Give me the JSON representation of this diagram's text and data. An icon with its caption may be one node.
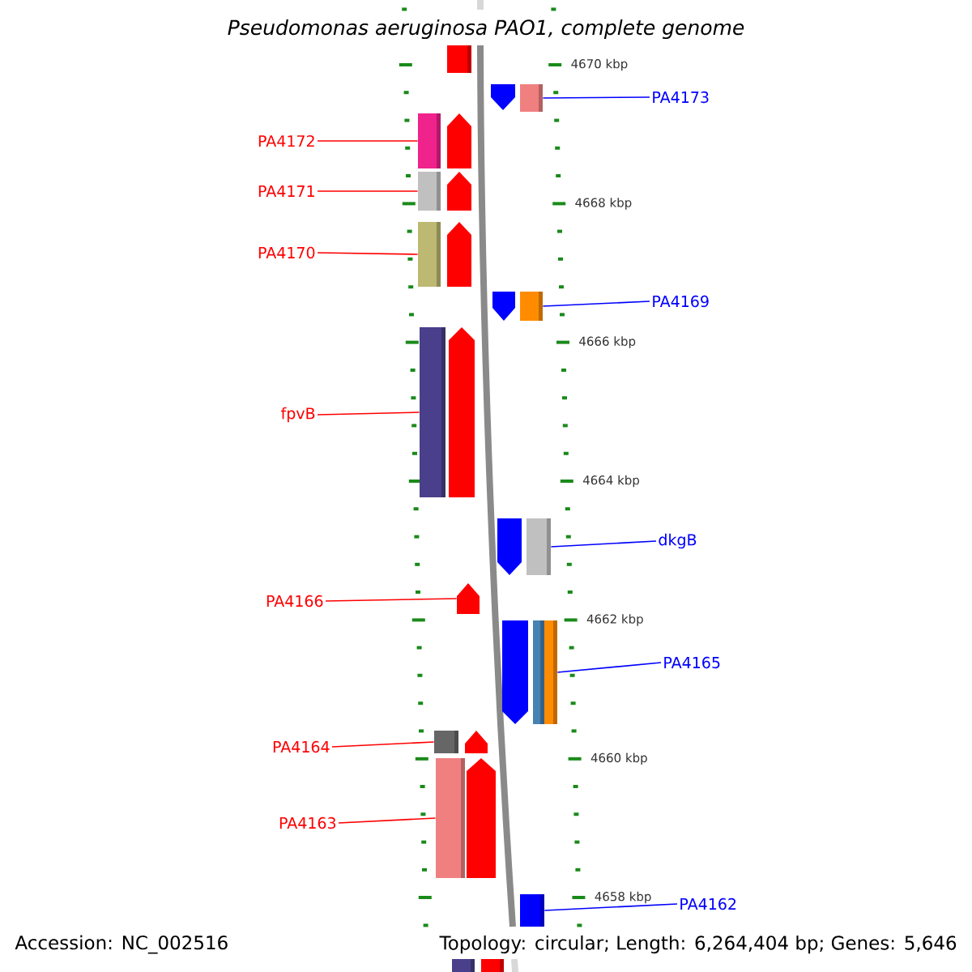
{
  "diagram": {
    "title": "Pseudomonas aeruginosa PAO1, complete genome",
    "nodes": [
      {
        "text": [
          "PA4173"
        ]
      },
      {
        "text": [
          "PA4172"
        ]
      },
      {
        "text": [
          "PA4171"
        ]
      },
      {
        "text": [
          "PA4170"
        ]
      },
      {
        "text": [
          "PA4169"
        ]
      },
      {
        "text": [
          "fpvB"
        ]
      },
      {
        "text": [
          "dkgB"
        ]
      },
      {
        "text": [
          "PA4166"
        ]
      },
      {
        "text": [
          "PA4165"
        ]
      },
      {
        "text": [
          "PA4164"
        ]
      },
      {
        "text": [
          "PA4163"
        ]
      },
      {
        "text": [
          "PA4162"
        ]
      },
      {
        "text": [],
        "shape": "bar"
      },
      {
        "text": [],
        "shape": "pentagon"
      },
      {
        "text": [],
        "shape": "bar"
      },
      {
        "text": [],
        "shape": "bar"
      },
      {
        "text": [],
        "shape": "pentagon"
      },
      {
        "text": [],
        "shape": "bar"
      },
      {
        "text": [],
        "shape": "pentagon"
      },
      {
        "text": [],
        "shape": "bar"
      },
      {
        "text": [],
        "shape": "pentagon"
      },
      {
        "text": [],
        "shape": "pentagon"
      },
      {
        "text": [],
        "shape": "bar"
      },
      {
        "text": [],
        "shape": "bar"
      },
      {
        "text": [],
        "shape": "pentagon"
      },
      {
        "text": [],
        "shape": "pentagon"
      },
      {
        "text": [],
        "shape": "bar"
      },
      {
        "text": [],
        "shape": "pentagon"
      },
      {
        "text": [],
        "shape": "pentagon"
      },
      {
        "text": [],
        "shape": "bar"
      },
      {
        "text": [],
        "shape": "bar"
      },
      {
        "text": [],
        "shape": "bar"
      },
      {
        "text": [],
        "shape": "pentagon"
      },
      {
        "text": [],
        "shape": "bar"
      },
      {
        "text": [],
        "shape": "pentagon"
      },
      {
        "text": [],
        "shape": "bar"
      },
      {
        "text": [],
        "shape": "bar"
      },
      {
        "text": [],
        "shape": "bar"
      }
    ],
    "edges": [
      {
        "from": 0,
        "to": 14,
        "arrow": "none",
        "color": "#0000ff"
      },
      {
        "from": 1,
        "to": 15,
        "arrow": "none",
        "color": "#ff0000"
      },
      {
        "from": 2,
        "to": 17,
        "arrow": "none",
        "color": "#ff0000"
      },
      {
        "from": 3,
        "to": 19,
        "arrow": "none",
        "color": "#ff0000"
      },
      {
        "from": 4,
        "to": 22,
        "arrow": "none",
        "color": "#0000ff"
      },
      {
        "from": 5,
        "to": 23,
        "arrow": "none",
        "color": "#ff0000"
      },
      {
        "from": 6,
        "to": 26,
        "arrow": "none",
        "color": "#0000ff"
      },
      {
        "from": 7,
        "to": 27,
        "arrow": "none",
        "color": "#ff0000"
      },
      {
        "from": 8,
        "to": 30,
        "arrow": "none",
        "color": "#0000ff"
      },
      {
        "from": 9,
        "to": 31,
        "arrow": "none",
        "color": "#ff0000"
      },
      {
        "from": 10,
        "to": 33,
        "arrow": "none",
        "color": "#ff0000"
      },
      {
        "from": 11,
        "to": 35,
        "arrow": "none",
        "color": "#0000ff"
      }
    ],
    "labels": [
      "4670 kbp",
      "4668 kbp",
      "4666 kbp",
      "4664 kbp",
      "4662 kbp",
      "4660 kbp",
      "4658 kbp",
      "Accession: NC_002516",
      "Topology: circular; Length: 6,264,404 bp; Genes: 5,646"
    ]
  }
}
